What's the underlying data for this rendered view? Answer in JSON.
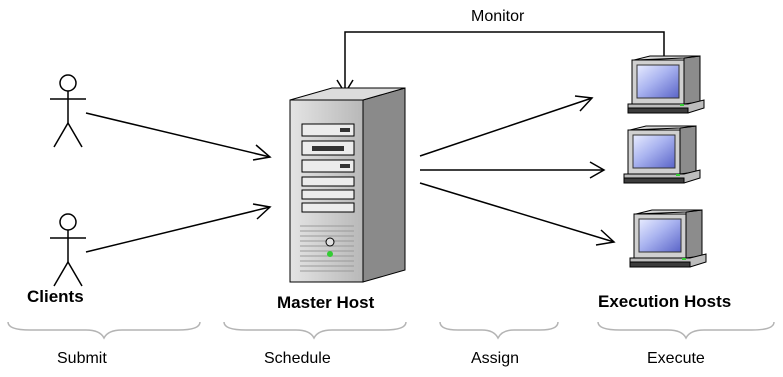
{
  "labels": {
    "monitor": "Monitor",
    "clients": "Clients",
    "master_host": "Master Host",
    "execution_hosts": "Execution Hosts"
  },
  "stages": [
    "Submit",
    "Schedule",
    "Assign",
    "Execute"
  ],
  "icons": {
    "client": "stick-figure-icon",
    "server": "server-tower-icon",
    "workstation": "computer-monitor-icon"
  },
  "colors": {
    "line": "#000000",
    "server_body": "#c8c8c8",
    "server_side": "#8a8a8a",
    "monitor_screen": "#aab4f0",
    "brace": "#b4b4b4",
    "power_led": "#33cc33"
  }
}
